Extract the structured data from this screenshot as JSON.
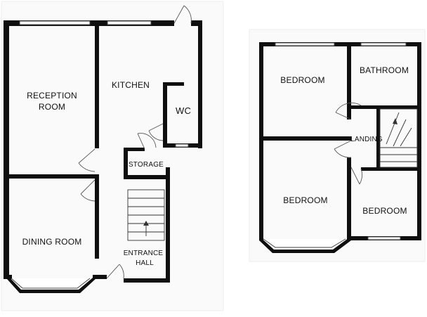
{
  "plan": {
    "ground_floor": {
      "rooms": [
        {
          "id": "reception",
          "lines": [
            "RECEPTION",
            "ROOM"
          ]
        },
        {
          "id": "kitchen",
          "lines": [
            "KITCHEN"
          ]
        },
        {
          "id": "wc",
          "lines": [
            "WC"
          ]
        },
        {
          "id": "storage",
          "lines": [
            "STORAGE"
          ]
        },
        {
          "id": "dining",
          "lines": [
            "DINING ROOM"
          ]
        },
        {
          "id": "hall",
          "lines": [
            "ENTRANCE",
            "HALL"
          ]
        }
      ]
    },
    "first_floor": {
      "rooms": [
        {
          "id": "bed1",
          "lines": [
            "BEDROOM"
          ]
        },
        {
          "id": "bath",
          "lines": [
            "BATHROOM"
          ]
        },
        {
          "id": "landing",
          "lines": [
            "LANDING"
          ]
        },
        {
          "id": "bed2",
          "lines": [
            "BEDROOM"
          ]
        },
        {
          "id": "bed3",
          "lines": [
            "BEDROOM"
          ]
        }
      ]
    },
    "colors": {
      "wall": "#0f0f0f",
      "background": "#ffffff"
    }
  }
}
